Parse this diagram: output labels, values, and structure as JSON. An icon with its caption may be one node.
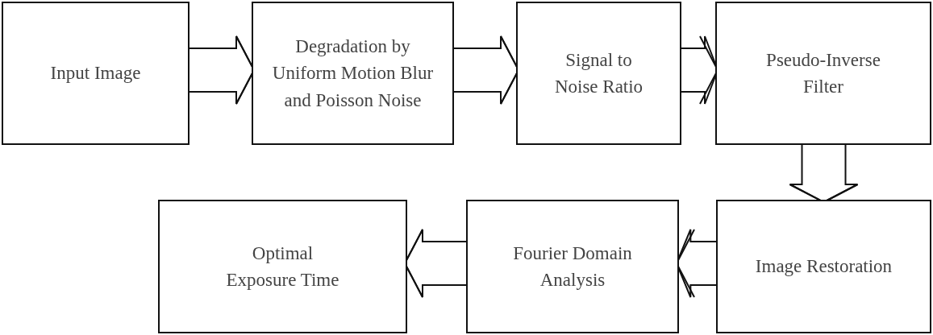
{
  "diagram": {
    "nodes": [
      {
        "text": [
          "Input Image"
        ]
      },
      {
        "text": [
          "Degradation by Uniform Motion Blur and Poisson Noise"
        ]
      },
      {
        "text": [
          "Signal to Noise Ratio"
        ]
      },
      {
        "text": [
          "Pseudo-Inverse Filter"
        ]
      },
      {
        "text": [
          "Optimal Exposure Time"
        ]
      },
      {
        "text": [
          "Fourier Domain Analysis"
        ]
      },
      {
        "text": [
          "Image Restoration"
        ]
      }
    ],
    "edges": [
      {
        "from": 0,
        "to": 1,
        "arrow": "to"
      },
      {
        "from": 1,
        "to": 2,
        "arrow": "to"
      },
      {
        "from": 2,
        "to": 3,
        "arrow": "to"
      },
      {
        "from": 3,
        "to": 6,
        "arrow": "to"
      },
      {
        "from": 6,
        "to": 5,
        "arrow": "to"
      },
      {
        "from": 5,
        "to": 4,
        "arrow": "to"
      }
    ]
  }
}
